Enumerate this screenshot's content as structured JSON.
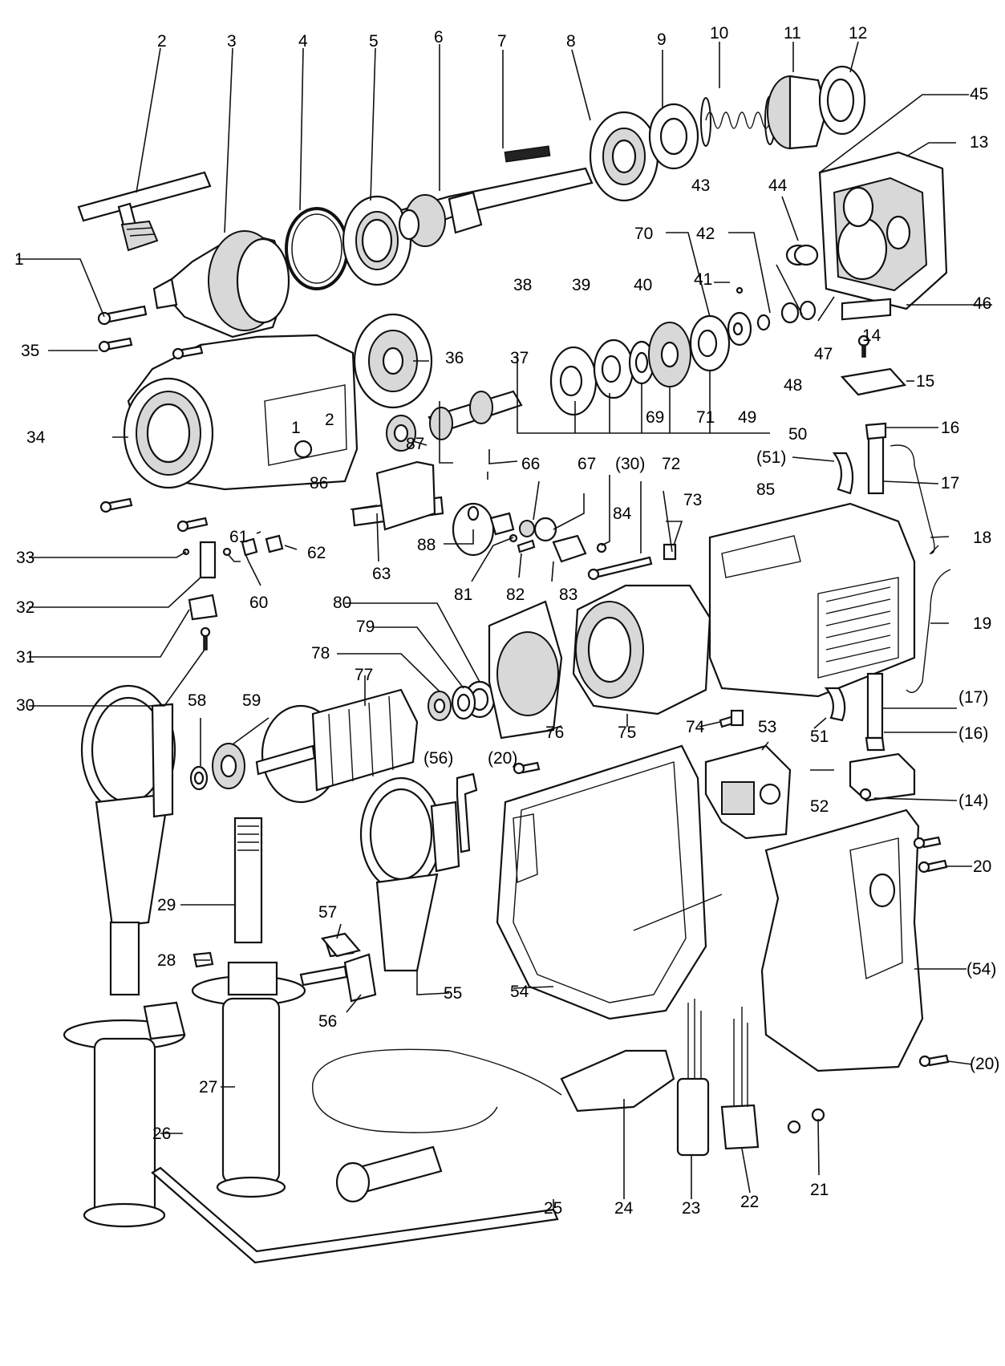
{
  "diagram": {
    "labels": {
      "p1": "1",
      "p2": "2",
      "p3": "3",
      "p4": "4",
      "p5": "5",
      "p6": "6",
      "p7": "7",
      "p8": "8",
      "p9": "9",
      "p10": "10",
      "p11": "11",
      "p12": "12",
      "p13": "13",
      "p14": "14",
      "p14b": "(14)",
      "p15": "15",
      "p16": "16",
      "p16b": "(16)",
      "p17": "17",
      "p17b": "(17)",
      "p18": "18",
      "p19": "19",
      "p20": "20",
      "p20b": "(20)",
      "p20c": "(20)",
      "p21": "21",
      "p22": "22",
      "p23": "23",
      "p24": "24",
      "p25": "25",
      "p26": "26",
      "p27": "27",
      "p28": "28",
      "p29": "29",
      "p30": "30",
      "p30b": "(30)",
      "p31": "31",
      "p32": "32",
      "p33": "33",
      "p34": "34",
      "p35": "35",
      "p36": "36",
      "p37": "37",
      "p38": "38",
      "p39": "39",
      "p40": "40",
      "p41": "41",
      "p42": "42",
      "p43": "43",
      "p44": "44",
      "p45": "45",
      "p46": "46",
      "p47": "47",
      "p48": "48",
      "p49": "49",
      "p50": "50",
      "p51": "51",
      "p51b": "(51)",
      "p52": "52",
      "p53": "53",
      "p54": "54",
      "p54b": "(54)",
      "p55": "55",
      "p56": "56",
      "p56b": "(56)",
      "p57": "57",
      "p58": "58",
      "p59": "59",
      "p60": "60",
      "p61": "61",
      "p62": "62",
      "p63": "63",
      "p66": "66",
      "p67": "67",
      "p69": "69",
      "p70": "70",
      "p71": "71",
      "p72": "72",
      "p73": "73",
      "p74": "74",
      "p75": "75",
      "p76": "76",
      "p77": "77",
      "p78": "78",
      "p79": "79",
      "p80": "80",
      "p81": "81",
      "p82": "82",
      "p83": "83",
      "p84": "84",
      "p85": "85",
      "p86": "86",
      "p87": "87",
      "p88": "88"
    },
    "housing_marks": {
      "gear1": "1",
      "gear2": "2"
    }
  }
}
